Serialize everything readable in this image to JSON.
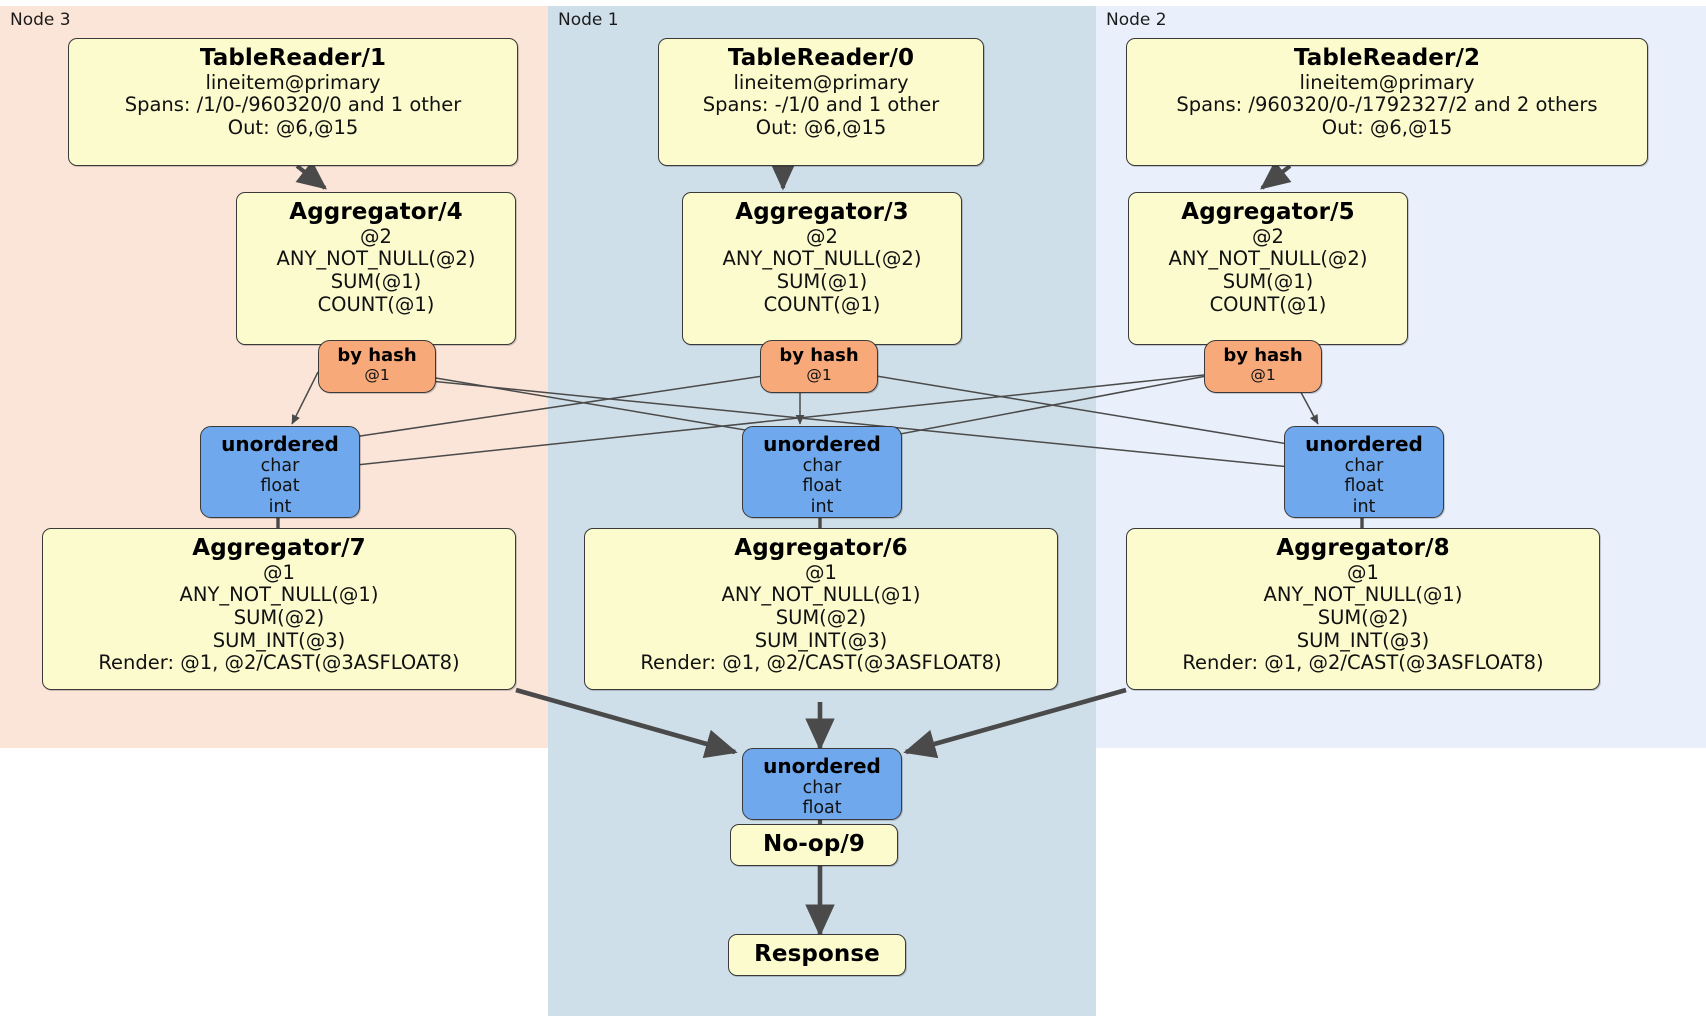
{
  "diagram": {
    "type": "distributed-query-plan",
    "panels": [
      {
        "id": "node3",
        "label": "Node 3",
        "color": "#fbe4d8"
      },
      {
        "id": "node1",
        "label": "Node 1",
        "color": "#cfdfe9"
      },
      {
        "id": "node2",
        "label": "Node 2",
        "color": "#eaf0fb"
      }
    ],
    "table_readers": [
      {
        "title": "TableReader/1",
        "table": "lineitem@primary",
        "spans": "Spans: /1/0-/960320/0 and 1 other",
        "out": "Out: @6,@15"
      },
      {
        "title": "TableReader/0",
        "table": "lineitem@primary",
        "spans": "Spans: -/1/0 and 1 other",
        "out": "Out: @6,@15"
      },
      {
        "title": "TableReader/2",
        "table": "lineitem@primary",
        "spans": "Spans: /960320/0-/1792327/2 and 2 others",
        "out": "Out: @6,@15"
      }
    ],
    "aggregators_stage1": [
      {
        "title": "Aggregator/4",
        "group": "@2",
        "fns": [
          "ANY_NOT_NULL(@2)",
          "SUM(@1)",
          "COUNT(@1)"
        ]
      },
      {
        "title": "Aggregator/3",
        "group": "@2",
        "fns": [
          "ANY_NOT_NULL(@2)",
          "SUM(@1)",
          "COUNT(@1)"
        ]
      },
      {
        "title": "Aggregator/5",
        "group": "@2",
        "fns": [
          "ANY_NOT_NULL(@2)",
          "SUM(@1)",
          "COUNT(@1)"
        ]
      }
    ],
    "routers": [
      {
        "title": "by hash",
        "col": "@1"
      },
      {
        "title": "by hash",
        "col": "@1"
      },
      {
        "title": "by hash",
        "col": "@1"
      }
    ],
    "synchronizers_stage1": [
      {
        "title": "unordered",
        "types": [
          "char",
          "float",
          "int"
        ]
      },
      {
        "title": "unordered",
        "types": [
          "char",
          "float",
          "int"
        ]
      },
      {
        "title": "unordered",
        "types": [
          "char",
          "float",
          "int"
        ]
      }
    ],
    "aggregators_stage2": [
      {
        "title": "Aggregator/7",
        "group": "@1",
        "fns": [
          "ANY_NOT_NULL(@1)",
          "SUM(@2)",
          "SUM_INT(@3)"
        ],
        "render": "Render: @1, @2/CAST(@3ASFLOAT8)"
      },
      {
        "title": "Aggregator/6",
        "group": "@1",
        "fns": [
          "ANY_NOT_NULL(@1)",
          "SUM(@2)",
          "SUM_INT(@3)"
        ],
        "render": "Render: @1, @2/CAST(@3ASFLOAT8)"
      },
      {
        "title": "Aggregator/8",
        "group": "@1",
        "fns": [
          "ANY_NOT_NULL(@1)",
          "SUM(@2)",
          "SUM_INT(@3)"
        ],
        "render": "Render: @1, @2/CAST(@3ASFLOAT8)"
      }
    ],
    "final_synchronizer": {
      "title": "unordered",
      "types": [
        "char",
        "float"
      ]
    },
    "noop": {
      "title": "No-op/9"
    },
    "response": {
      "title": "Response"
    }
  }
}
